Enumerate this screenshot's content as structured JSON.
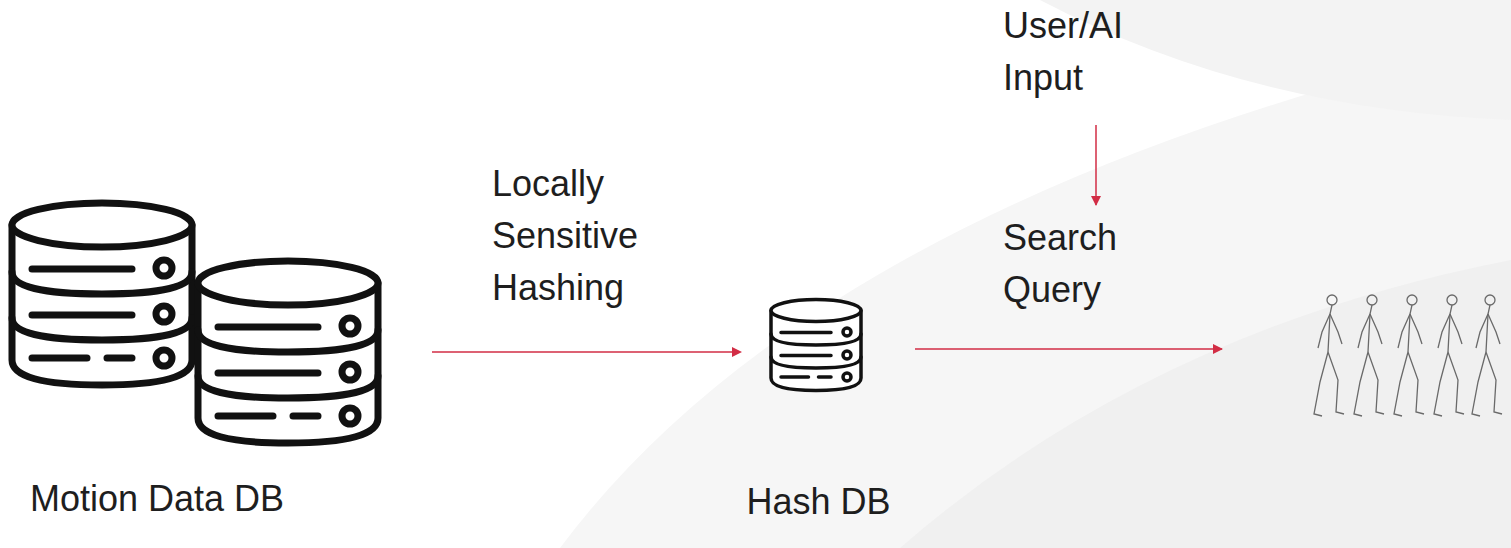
{
  "diagram": {
    "nodes": [
      {
        "text": [
          "Motion Data DB"
        ]
      },
      {
        "text": [
          "Hash DB"
        ]
      }
    ],
    "edges": [
      {
        "from": 0,
        "to": 1,
        "label": "Locally Sensitive Hashing",
        "arrow": "to"
      }
    ],
    "labels": [
      "User/AI Input",
      "Search Query"
    ]
  }
}
